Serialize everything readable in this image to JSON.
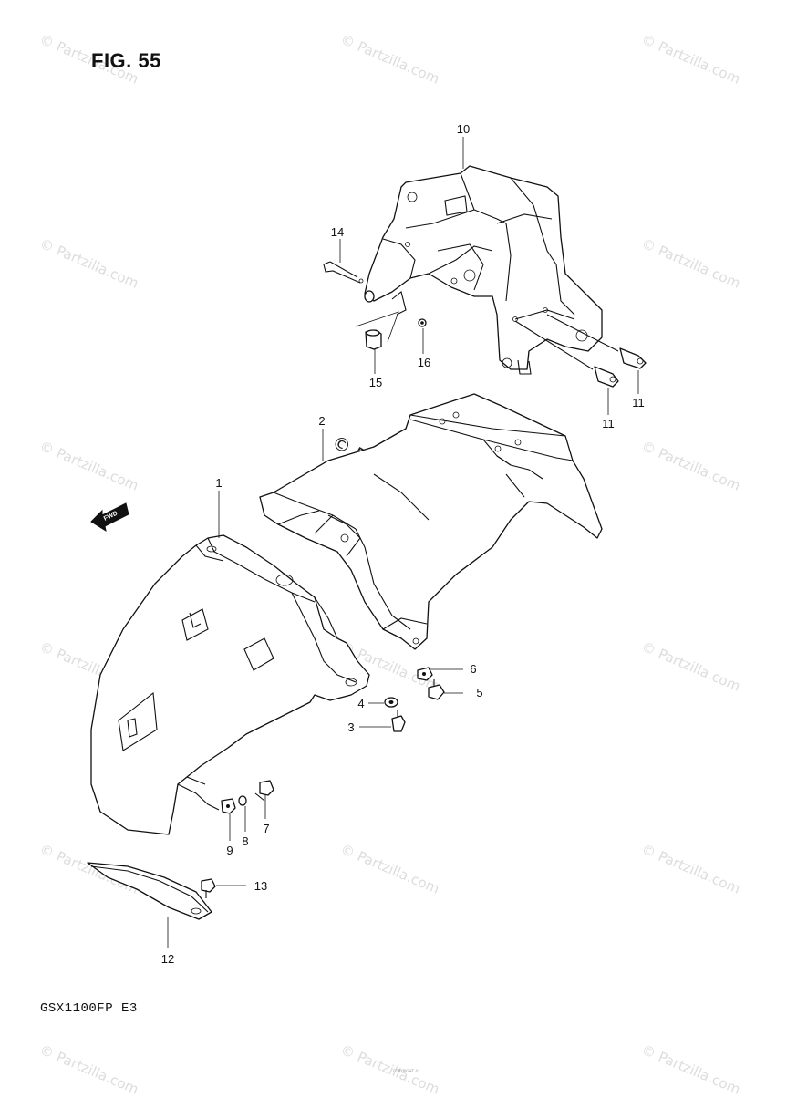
{
  "figure": {
    "title": "FIG. 55",
    "model": "GSX1100FP  E3",
    "fine_print": "COPYRIGHT ©"
  },
  "watermark": {
    "text": "© Partzilla.com",
    "big_text": "© Partzilla.com"
  },
  "direction_arrow": {
    "label": "FWD"
  },
  "callouts": [
    {
      "id": "1",
      "label": "1"
    },
    {
      "id": "2",
      "label": "2"
    },
    {
      "id": "3",
      "label": "3"
    },
    {
      "id": "4",
      "label": "4"
    },
    {
      "id": "5",
      "label": "5"
    },
    {
      "id": "6",
      "label": "6"
    },
    {
      "id": "7",
      "label": "7"
    },
    {
      "id": "8",
      "label": "8"
    },
    {
      "id": "9",
      "label": "9"
    },
    {
      "id": "10",
      "label": "10"
    },
    {
      "id": "11a",
      "label": "11"
    },
    {
      "id": "11b",
      "label": "11"
    },
    {
      "id": "12",
      "label": "12"
    },
    {
      "id": "13",
      "label": "13"
    },
    {
      "id": "14",
      "label": "14"
    },
    {
      "id": "15",
      "label": "15"
    },
    {
      "id": "16",
      "label": "16"
    }
  ]
}
